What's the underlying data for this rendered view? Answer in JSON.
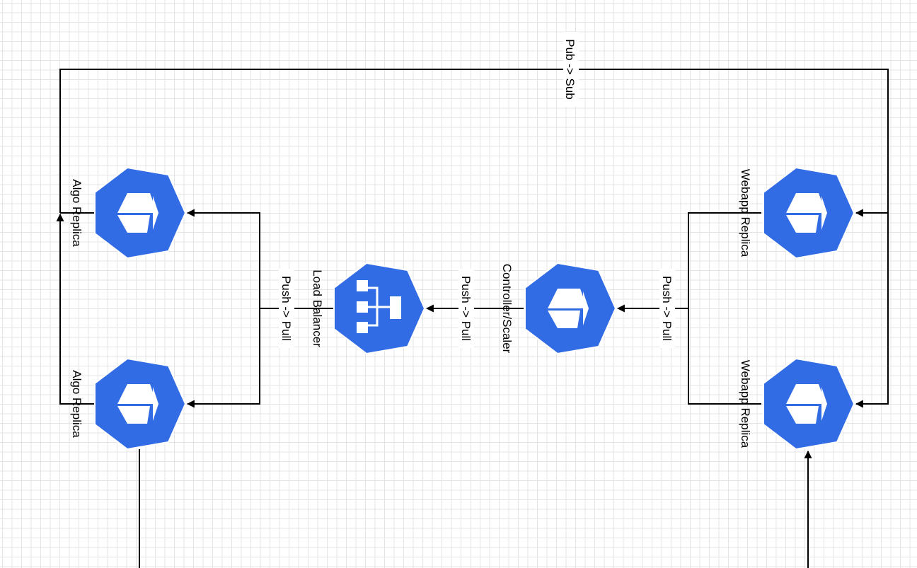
{
  "diagram": {
    "nodes": {
      "algo_1": "Algo Replica",
      "algo_2": "Algo Replica",
      "load_balancer": "Load Balancer",
      "controller": "Controller/Scaler",
      "webapp_1": "Webapp Replica",
      "webapp_2": "Webapp Replica"
    },
    "edges": {
      "pub_sub": "Pub -> Sub",
      "lb_to_algos": "Push -> Pull",
      "controller_to_lb": "Push -> Pull",
      "webapps_to_controller": "Push -> Pull"
    },
    "colors": {
      "node": "#326ce5",
      "edge": "#000000"
    }
  }
}
